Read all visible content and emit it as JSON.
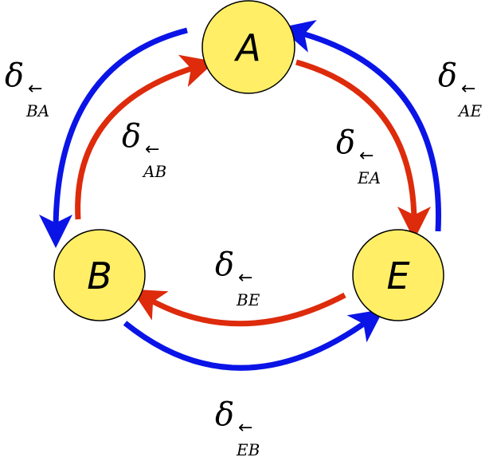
{
  "colors": {
    "node_fill": "#ffee66",
    "node_stroke": "#000000",
    "blue_arrow": "#0a14e6",
    "red_arrow": "#dd2b0c"
  },
  "nodes": {
    "a": "A",
    "b": "B",
    "e": "E"
  },
  "edge_labels": {
    "ba": {
      "symbol": "δ",
      "arrow": "←",
      "subscript": "BA"
    },
    "ab": {
      "symbol": "δ",
      "arrow": "←",
      "subscript": "AB"
    },
    "ea": {
      "symbol": "δ",
      "arrow": "←",
      "subscript": "EA"
    },
    "ae": {
      "symbol": "δ",
      "arrow": "←",
      "subscript": "AE"
    },
    "be": {
      "symbol": "δ",
      "arrow": "←",
      "subscript": "BE"
    },
    "eb": {
      "symbol": "δ",
      "arrow": "←",
      "subscript": "EB"
    }
  }
}
